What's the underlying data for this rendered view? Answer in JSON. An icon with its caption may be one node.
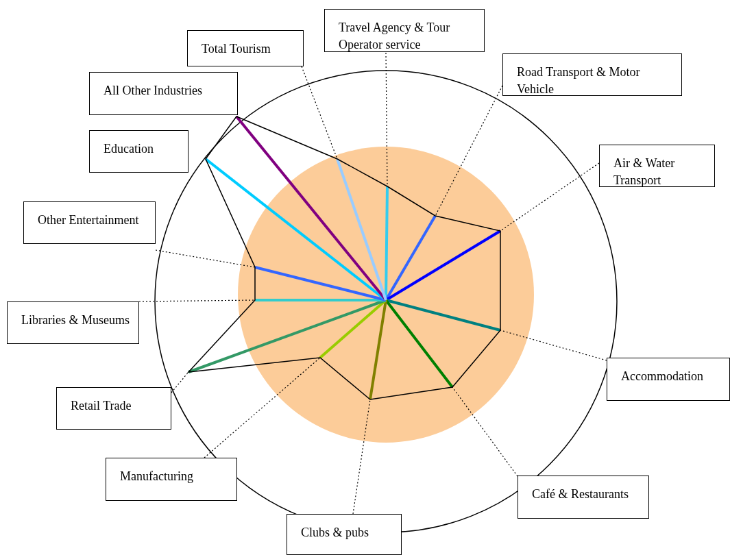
{
  "diagram": {
    "nodes": [
      {
        "text": [
          "Travel Agency & Tour Operator service"
        ]
      },
      {
        "text": [
          "Road Transport & Motor Vehicle"
        ]
      },
      {
        "text": [
          "Air & Water Transport"
        ]
      },
      {
        "text": [
          "Accommodation"
        ]
      },
      {
        "text": [
          "Café & Restaurants"
        ]
      },
      {
        "text": [
          "Clubs & pubs"
        ]
      },
      {
        "text": [
          "Manufacturing"
        ]
      },
      {
        "text": [
          "Retail Trade"
        ]
      },
      {
        "text": [
          "Libraries & Museums"
        ]
      },
      {
        "text": [
          "Other Entertainment"
        ]
      },
      {
        "text": [
          "Education"
        ]
      },
      {
        "text": [
          "All Other Industries"
        ]
      },
      {
        "text": [
          "Total Tourism"
        ]
      }
    ],
    "edges": [
      {
        "from": 0,
        "to": null,
        "arrow": "none",
        "style": "dashed"
      },
      {
        "from": 1,
        "to": null,
        "arrow": "none",
        "style": "dashed"
      },
      {
        "from": 2,
        "to": null,
        "arrow": "none",
        "style": "dashed"
      },
      {
        "from": 3,
        "to": null,
        "arrow": "none",
        "style": "dashed"
      },
      {
        "from": 4,
        "to": null,
        "arrow": "none",
        "style": "dashed"
      },
      {
        "from": 5,
        "to": null,
        "arrow": "none",
        "style": "dashed"
      },
      {
        "from": 6,
        "to": null,
        "arrow": "none",
        "style": "dashed"
      },
      {
        "from": 7,
        "to": null,
        "arrow": "none",
        "style": "dashed"
      },
      {
        "from": 8,
        "to": null,
        "arrow": "none",
        "style": "dashed"
      },
      {
        "from": 9,
        "to": null,
        "arrow": "none",
        "style": "dashed"
      },
      {
        "from": 12,
        "to": null,
        "arrow": "none",
        "style": "dashed"
      }
    ]
  }
}
